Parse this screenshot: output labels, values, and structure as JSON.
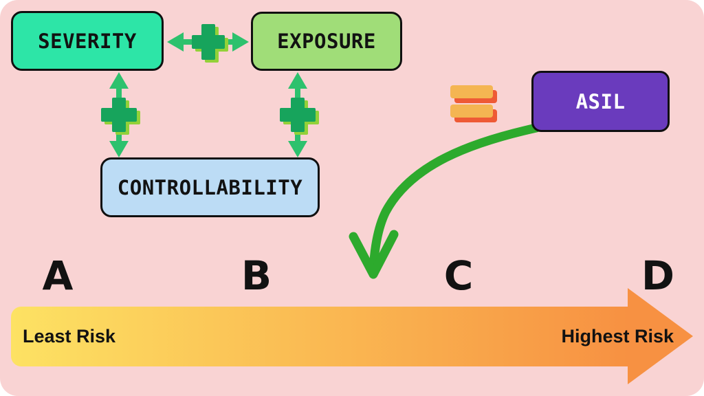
{
  "colors": {
    "page_bg": "#ffffff",
    "canvas_bg": "#f9d3d3",
    "box_border": "#101010",
    "severity_bg": "#2de5a7",
    "exposure_bg": "#a0dd78",
    "controllability_bg": "#bcdcf5",
    "asil_bg": "#6a3bbd",
    "asil_text": "#ffffff",
    "label_text": "#121212",
    "connector_green": "#2dc16d",
    "plus_green": "#17a45c",
    "plus_shadow": "#93d139",
    "equals_yellow": "#f4b552",
    "equals_red": "#ee5a35",
    "curve_green": "#2daa2d",
    "bar_yellow": "#fde263",
    "bar_orange": "#f79142"
  },
  "boxes": {
    "severity": {
      "label": "SEVERITY"
    },
    "exposure": {
      "label": "EXPOSURE"
    },
    "controllability": {
      "label": "CONTROLLABILITY"
    },
    "asil": {
      "label": "ASIL"
    }
  },
  "icons": {
    "plus": "plus-icon",
    "equals": "equals-icon",
    "double_arrow": "double-arrow-icon",
    "curved_arrow": "curved-arrow-icon"
  },
  "risk_scale": {
    "levels": [
      "A",
      "B",
      "C",
      "D"
    ],
    "left_label": "Least Risk",
    "right_label": "Highest Risk"
  }
}
